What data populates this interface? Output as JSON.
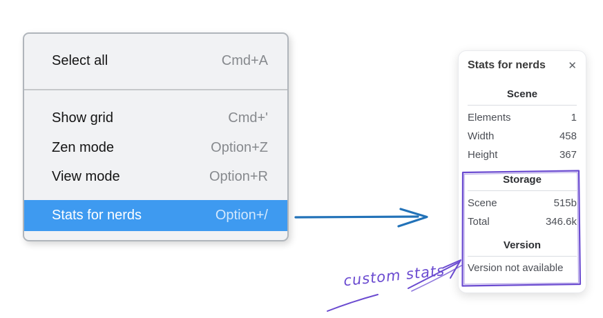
{
  "colors": {
    "menu_bg": "#f1f2f4",
    "menu_border": "#b0b5bb",
    "menu_text": "#141414",
    "shortcut_text": "#86898d",
    "highlight": "#3e9af0",
    "highlight_text": "#ffffff",
    "highlight_shortcut": "#d3e8fd",
    "menu_divider": "#c6c8ca",
    "panel_bg": "#ffffff",
    "panel_border": "#e9eaee",
    "panel_title": "#3a3a3a",
    "heading_text": "#2d2f33",
    "row_text": "#4b4e55",
    "hr_color": "#d9dce1",
    "close_color": "#5f6368",
    "purple": "#6a4ad0",
    "blue_arrow": "#2272b8"
  },
  "menu": {
    "items": [
      {
        "label": "Select all",
        "shortcut": "Cmd+A"
      },
      {
        "label": "Show grid",
        "shortcut": "Cmd+'"
      },
      {
        "label": "Zen mode",
        "shortcut": "Option+Z"
      },
      {
        "label": "View mode",
        "shortcut": "Option+R"
      },
      {
        "label": "Stats for nerds",
        "shortcut": "Option+/"
      }
    ]
  },
  "stats_panel": {
    "title": "Stats for nerds",
    "close_icon": "✕",
    "sections": [
      {
        "heading": "Scene",
        "rows": [
          {
            "label": "Elements",
            "value": "1"
          },
          {
            "label": "Width",
            "value": "458"
          },
          {
            "label": "Height",
            "value": "367"
          }
        ]
      },
      {
        "heading": "Storage",
        "rows": [
          {
            "label": "Scene",
            "value": "515b"
          },
          {
            "label": "Total",
            "value": "346.6k"
          }
        ]
      },
      {
        "heading": "Version",
        "note": "Version not available"
      }
    ]
  },
  "annotations": {
    "custom_stats_label": "custom stats"
  }
}
